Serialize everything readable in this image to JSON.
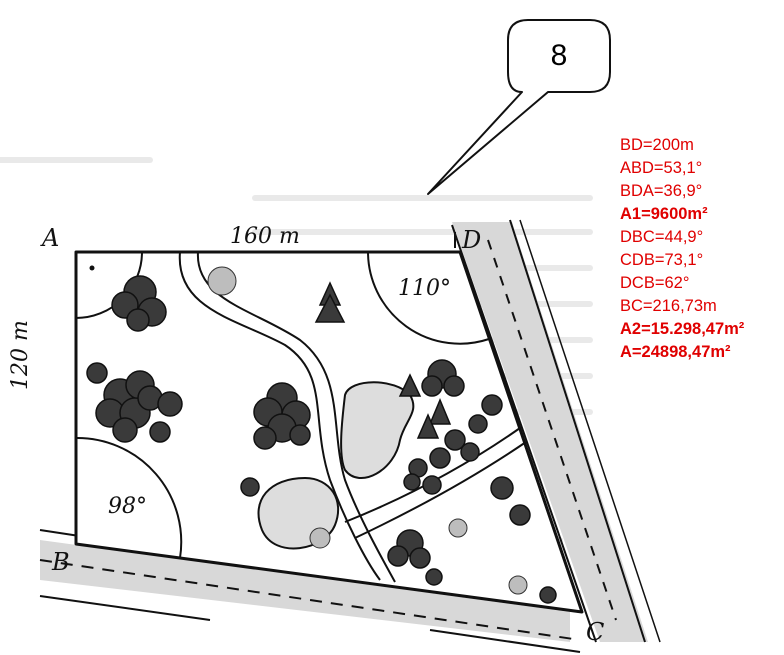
{
  "callout": {
    "number": "8"
  },
  "points": {
    "a": "A",
    "b": "B",
    "c": "C",
    "d": "D"
  },
  "dimensions": {
    "top_side": "160 m",
    "left_side": "120 m"
  },
  "angles": {
    "angle_d": "110°",
    "angle_b": "98°"
  },
  "results": [
    {
      "text": "BD=200m",
      "bold": false
    },
    {
      "text": "ABD=53,1°",
      "bold": false
    },
    {
      "text": "BDA=36,9°",
      "bold": false
    },
    {
      "text": "A1=9600m²",
      "bold": true
    },
    {
      "text": "DBC=44,9°",
      "bold": false
    },
    {
      "text": "CDB=73,1°",
      "bold": false
    },
    {
      "text": "DCB=62°",
      "bold": false
    },
    {
      "text": "BC=216,73m",
      "bold": false
    },
    {
      "text": "A2=15.298,47m²",
      "bold": true
    },
    {
      "text": "A=24898,47m²",
      "bold": true
    }
  ],
  "colors": {
    "results_text": "#e00000",
    "pen": "#111111",
    "road": "#d6d6d6"
  }
}
